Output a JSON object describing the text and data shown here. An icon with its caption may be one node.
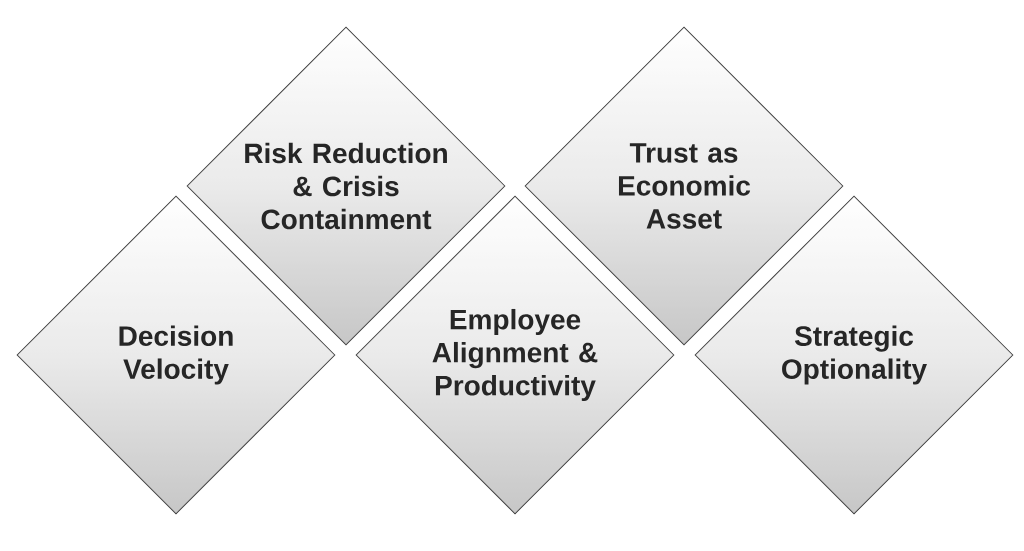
{
  "diagram": {
    "nodes": [
      {
        "text": [
          "Risk Reduction & Crisis Containment"
        ]
      },
      {
        "text": [
          "Trust as Economic Asset"
        ]
      },
      {
        "text": [
          "Decision Velocity"
        ]
      },
      {
        "text": [
          "Employee Alignment & Productivity"
        ]
      },
      {
        "text": [
          "Strategic Optionality"
        ]
      }
    ]
  }
}
